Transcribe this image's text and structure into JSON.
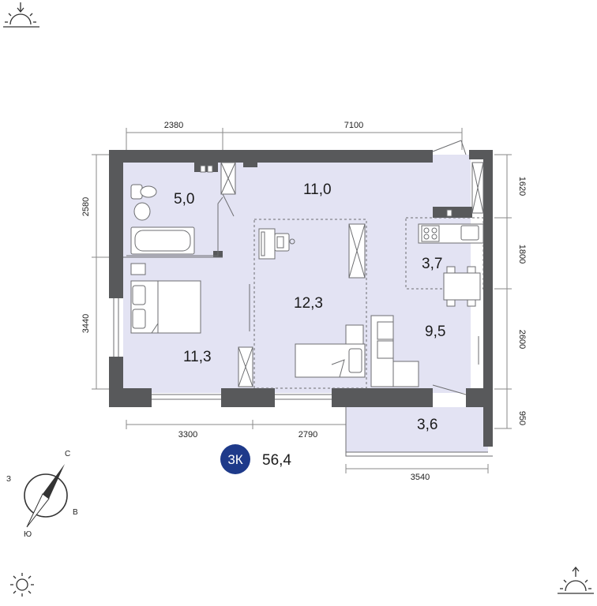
{
  "apartment": {
    "type_badge": "3К",
    "total_area": "56,4",
    "badge_color": "#1e3a8a"
  },
  "rooms": {
    "bathroom": "5,0",
    "hallway": "11,0",
    "bedroom_left": "11,3",
    "bedroom_center": "12,3",
    "kitchen": "3,7",
    "living": "9,5",
    "balcony": "3,6"
  },
  "dimensions": {
    "top_left": "2380",
    "top_right": "7100",
    "left_upper": "2580",
    "left_lower": "3440",
    "right_1": "1620",
    "right_2": "1800",
    "right_3": "2600",
    "right_4": "950",
    "bottom_left": "3300",
    "bottom_mid": "2790",
    "bottom_balcony": "3540"
  },
  "compass": {
    "north": "С",
    "west": "З",
    "east": "В",
    "south": "Ю"
  },
  "icons": {
    "top_left": "sunset-icon",
    "bottom_left": "sun-icon",
    "bottom_right": "sunrise-icon"
  },
  "colors": {
    "floor": "#e3e3f3",
    "wall": "#58595b"
  }
}
